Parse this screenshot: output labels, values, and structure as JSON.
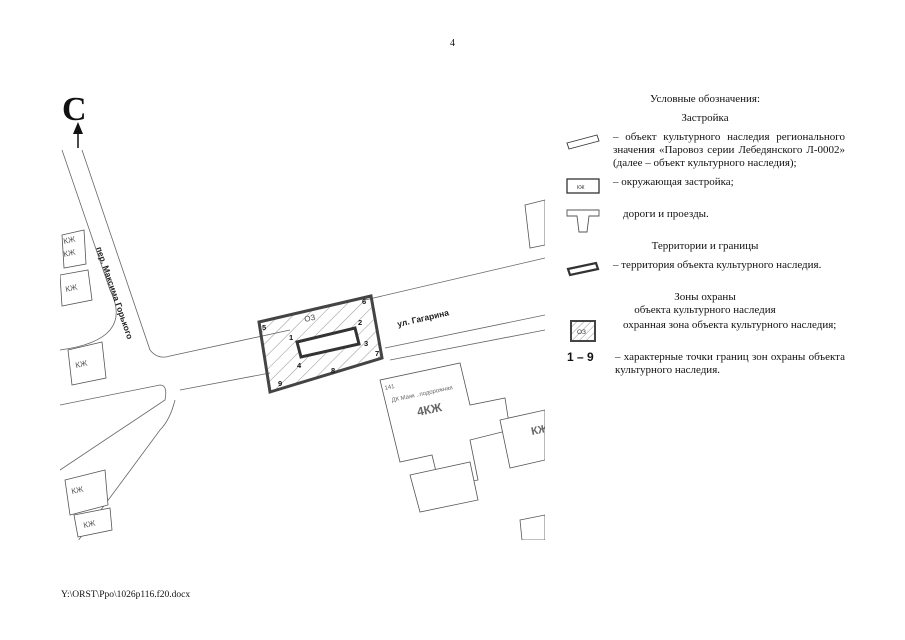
{
  "page": {
    "page_number": "4",
    "footer_path": "Y:\\ORST\\Ppo\\1026p116.f20.docx"
  },
  "map": {
    "north_letter": "С",
    "street_gorkogo": "пер. Максима Горького",
    "street_gagarina": "ул. Гагарина",
    "zone_code": "ОЗ",
    "building_code": "КЖ",
    "building_code_large": "4КЖ",
    "building_number_141": "141",
    "building_caption": "ДК Маяк ..подорожная",
    "cultural_object_label": "",
    "point_labels": [
      "1",
      "2",
      "3",
      "4",
      "5",
      "6",
      "7",
      "8",
      "9"
    ]
  },
  "legend": {
    "title": "Условные обозначения:",
    "section_buildings": "Застройка",
    "item_cultural_heritage": "– объект культурного наследия регионального значения «Паровоз серии Лебедянского Л-0002» (далее – объект культурного наследия);",
    "item_surrounding": "– окружающая застройка;",
    "item_surrounding_symbol": "КЖ",
    "item_roads": "дороги и проезды.",
    "section_territory": "Территории и границы",
    "item_territory": "– территория объекта культурного наследия.",
    "section_zones_line1": "Зоны охраны",
    "section_zones_line2": "объекта культурного наследия",
    "item_zone": "охранная зона объекта культурного наследия;",
    "item_zone_symbol": "ОЗ",
    "item_points_label": "1 – 9",
    "item_points": "– характерные точки границ зон охраны объекта культурного наследия."
  },
  "colors": {
    "ink": "#111111",
    "zone_border": "#444444",
    "building_border": "#555555",
    "road_line": "#666666"
  }
}
